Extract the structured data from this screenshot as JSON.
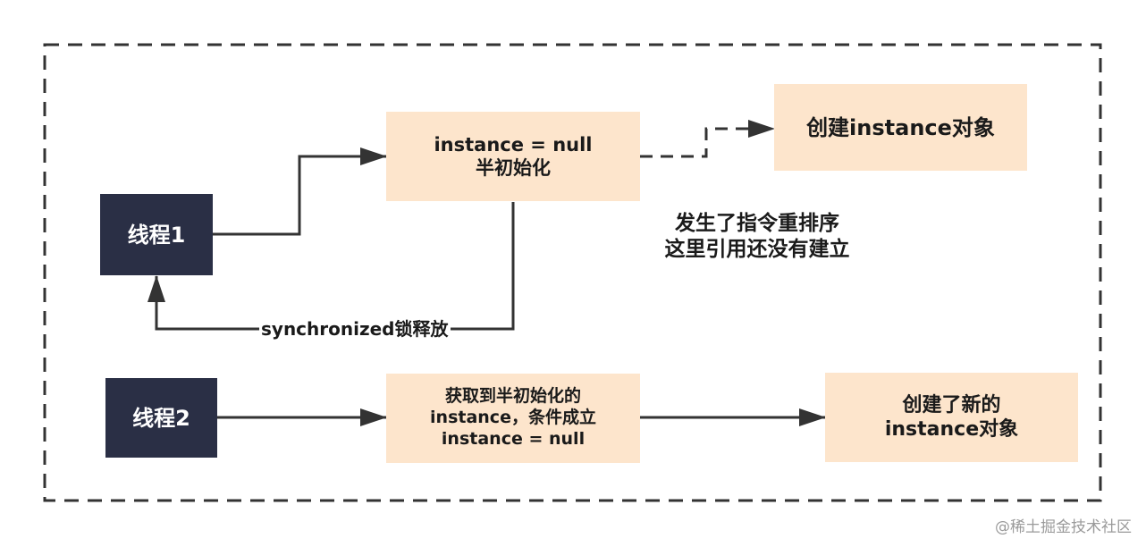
{
  "thread1": {
    "label": "线程1"
  },
  "thread2": {
    "label": "线程2"
  },
  "half_init_box": {
    "lines": [
      "instance = null",
      "半初始化"
    ]
  },
  "create_instance_box": {
    "label": "创建instance对象"
  },
  "reorder_note": {
    "lines": [
      "发生了指令重排序",
      "这里引用还没有建立"
    ]
  },
  "sync_release_label": "synchronized锁释放",
  "acquire_box": {
    "lines": [
      "获取到半初始化的",
      "instance，条件成立",
      "instance = null"
    ]
  },
  "new_instance_box": {
    "lines": [
      "创建了新的",
      "instance对象"
    ]
  },
  "watermark": "@稀土掘金技术社区",
  "colors": {
    "dark_box": "#2a2f45",
    "light_box": "#fde5cc",
    "line": "#333333",
    "border": "#333333"
  }
}
